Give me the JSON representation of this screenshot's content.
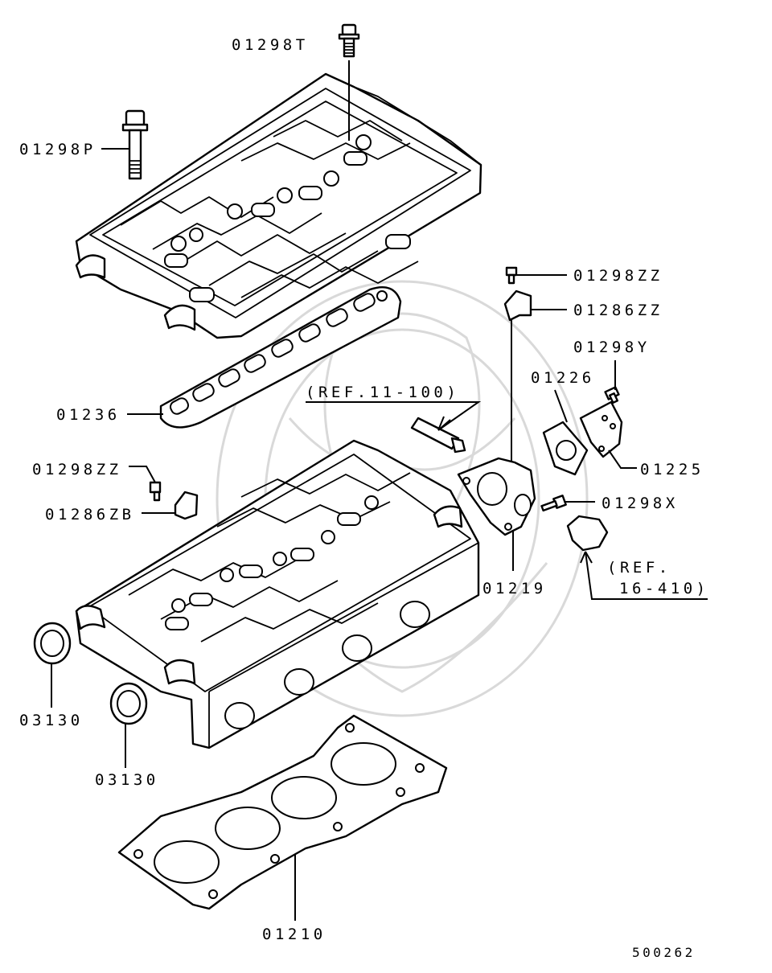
{
  "labels": {
    "cover_bolt_t": "01298T",
    "cover_bolt_p": "01298P",
    "cover_gasket": "01236",
    "ref_11_100": "(REF.11-100)",
    "bolt_zz_upper": "01298ZZ",
    "bracket_zz": "01286ZZ",
    "bolt_y": "01298Y",
    "gasket_01226": "01226",
    "cover_01225": "01225",
    "bolt_zz_left": "01298ZZ",
    "bracket_zb": "01286ZB",
    "bolt_x": "01298X",
    "ref_16_410_line1": "(REF.",
    "ref_16_410_line2": "16-410)",
    "housing_01219": "01219",
    "seal_left": "03130",
    "seal_right": "03130",
    "head_gasket": "01210"
  },
  "figure_number": "500262"
}
